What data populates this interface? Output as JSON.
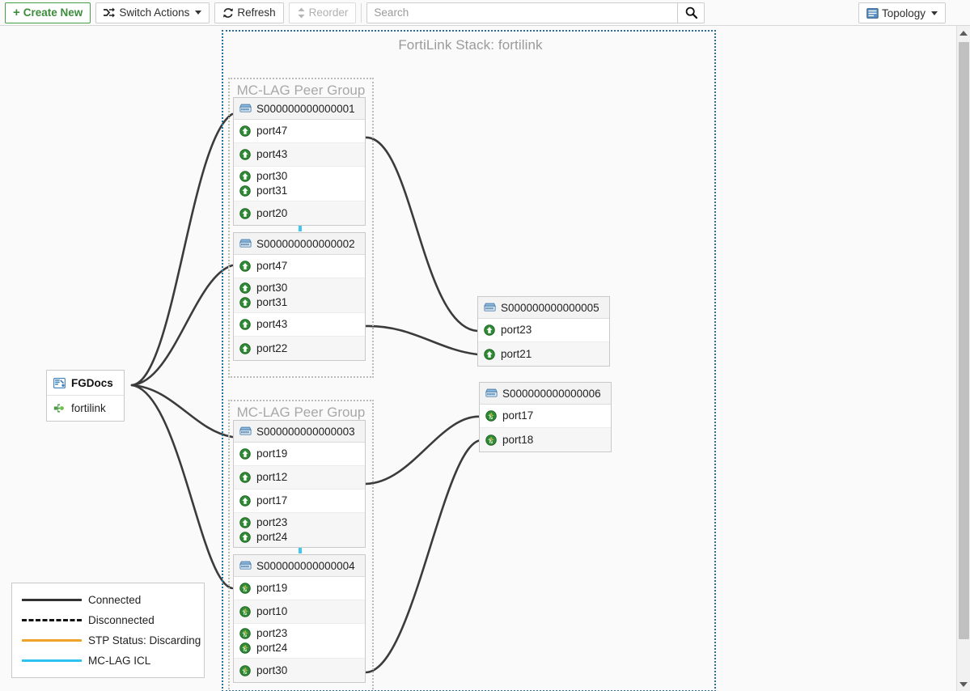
{
  "toolbar": {
    "create_new": "Create New",
    "create_new_icon": "plus-icon",
    "switch_actions": "Switch Actions",
    "switch_actions_icon": "shuffle-icon",
    "refresh": "Refresh",
    "refresh_icon": "refresh-icon",
    "reorder": "Reorder",
    "reorder_icon": "updown-arrows-icon",
    "search_placeholder": "Search",
    "search_value": "",
    "search_icon": "magnifier-icon",
    "view_mode": "Topology",
    "view_mode_icon": "topology-view-icon",
    "caret_icon": "caret-down-icon"
  },
  "canvas": {
    "stack_label": "FortiLink Stack: fortilink",
    "mclag_group_label": "MC-LAG Peer Group",
    "stack_border_color": "#2b6c9b",
    "group_border_color": "#bbbbbb"
  },
  "fortigate": {
    "name": "FGDocs",
    "name_icon": "fortigate-device-icon",
    "interface": "fortilink",
    "interface_icon": "fortilink-interface-icon"
  },
  "devices": [
    {
      "id": "S000000000000001",
      "icon": "switch-icon",
      "rows": [
        {
          "ports": [
            "port47"
          ],
          "icon": "port-up-icon"
        },
        {
          "ports": [
            "port43"
          ],
          "icon": "port-up-icon"
        },
        {
          "ports": [
            "port30",
            "port31"
          ],
          "icon": "port-up-icon"
        },
        {
          "ports": [
            "port20"
          ],
          "icon": "port-up-icon"
        }
      ]
    },
    {
      "id": "S000000000000002",
      "icon": "switch-icon",
      "rows": [
        {
          "ports": [
            "port47"
          ],
          "icon": "port-up-icon"
        },
        {
          "ports": [
            "port30",
            "port31"
          ],
          "icon": "port-up-icon"
        },
        {
          "ports": [
            "port43"
          ],
          "icon": "port-up-icon"
        },
        {
          "ports": [
            "port22"
          ],
          "icon": "port-up-icon"
        }
      ]
    },
    {
      "id": "S000000000000003",
      "icon": "switch-icon",
      "rows": [
        {
          "ports": [
            "port19"
          ],
          "icon": "port-up-icon"
        },
        {
          "ports": [
            "port12"
          ],
          "icon": "port-up-icon"
        },
        {
          "ports": [
            "port17"
          ],
          "icon": "port-up-icon"
        },
        {
          "ports": [
            "port23",
            "port24"
          ],
          "icon": "port-up-icon"
        }
      ]
    },
    {
      "id": "S000000000000004",
      "icon": "switch-icon",
      "rows": [
        {
          "ports": [
            "port19"
          ],
          "icon": "port-poe-up-icon"
        },
        {
          "ports": [
            "port10"
          ],
          "icon": "port-poe-up-icon"
        },
        {
          "ports": [
            "port23",
            "port24"
          ],
          "icon": "port-poe-up-icon"
        },
        {
          "ports": [
            "port30"
          ],
          "icon": "port-poe-up-icon"
        }
      ]
    },
    {
      "id": "S000000000000005",
      "icon": "switch-icon",
      "rows": [
        {
          "ports": [
            "port23"
          ],
          "icon": "port-up-icon"
        },
        {
          "ports": [
            "port21"
          ],
          "icon": "port-up-icon"
        }
      ]
    },
    {
      "id": "S000000000000006",
      "icon": "switch-icon",
      "rows": [
        {
          "ports": [
            "port17"
          ],
          "icon": "port-poe-up-icon"
        },
        {
          "ports": [
            "port18"
          ],
          "icon": "port-poe-up-icon"
        }
      ]
    }
  ],
  "legend": [
    {
      "label": "Connected",
      "color": "#333333",
      "style": "solid"
    },
    {
      "label": "Disconnected",
      "color": "#111111",
      "style": "dashed"
    },
    {
      "label": "STP Status: Discarding",
      "color": "#f0a32b",
      "style": "solid"
    },
    {
      "label": "MC-LAG ICL",
      "color": "#2dc3f0",
      "style": "solid"
    }
  ]
}
